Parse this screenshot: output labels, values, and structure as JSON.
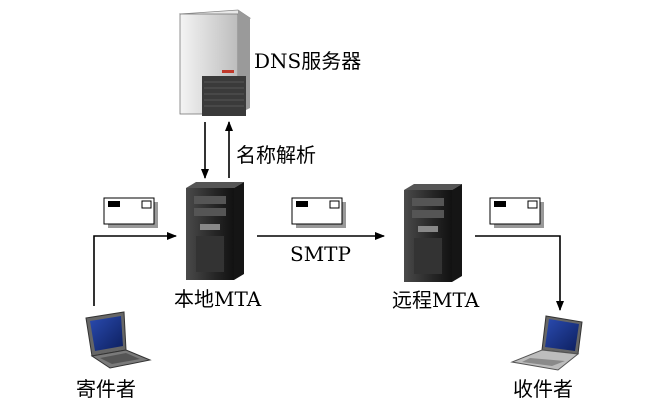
{
  "labels": {
    "dns_server": "DNS服务器",
    "name_resolution": "名称解析",
    "local_mta": "本地MTA",
    "smtp": "SMTP",
    "remote_mta": "远程MTA",
    "sender": "寄件者",
    "recipient": "收件者"
  },
  "colors": {
    "line": "#000000",
    "server_dark": "#2b2b2b",
    "server_light": "#d9d9d9",
    "laptop_screen": "#1f3a8a",
    "envelope_shadow": "#999999"
  }
}
